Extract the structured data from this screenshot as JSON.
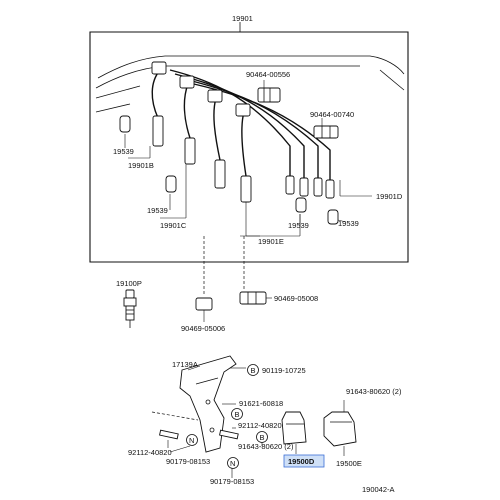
{
  "labels": {
    "main_assembly": "19901",
    "clamp_top": "90464-00556",
    "clamp_right": "90464-00740",
    "boot_left": "19539",
    "cord_b": "19901B",
    "boot_mid": "19539",
    "cord_c": "19901C",
    "boot_right": "19539",
    "cord_d": "19901D",
    "cord_e": "19901E",
    "spark_plug": "19100P",
    "clip_left": "90469-05006",
    "clip_right": "90469-05008",
    "bracket": "17139A",
    "bolt_top": "90119-10725",
    "bolt_mid": "91621-60818",
    "nut_a": "91643-80620 (2)",
    "stud_left": "92112-40820",
    "stud_mid": "92112-40820",
    "washer_left": "90179-08153",
    "nut_b": "91643-80620 (2)",
    "washer_bottom": "90179-08153",
    "coil_main": "19500D",
    "coil_right": "19500E",
    "figure_code": "190042-A"
  },
  "callouts": {
    "b": "B",
    "n": "N"
  },
  "colors": {
    "highlight_box": "#cfe0f7",
    "highlight_border": "#3b6fd6",
    "line": "#111111"
  }
}
